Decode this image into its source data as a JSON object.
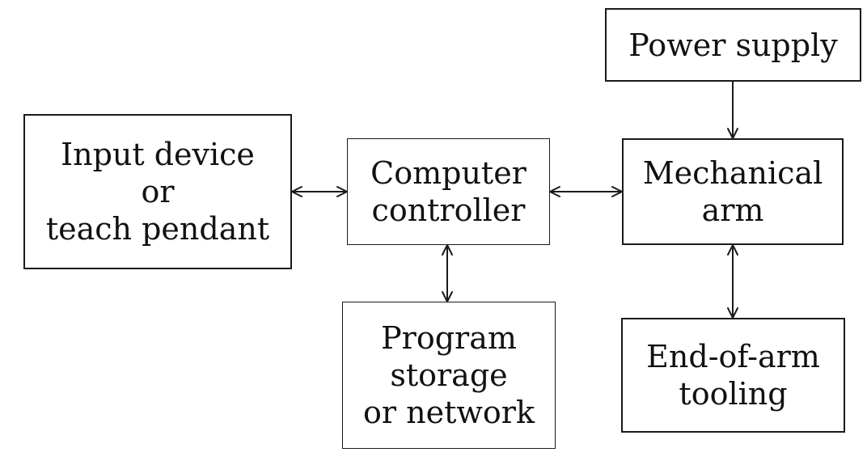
{
  "blocks": {
    "input_device": {
      "lines": [
        "Input device",
        "or",
        "teach pendant"
      ]
    },
    "computer_controller": {
      "lines": [
        "Computer",
        "controller"
      ]
    },
    "power_supply": {
      "lines": [
        "Power supply"
      ]
    },
    "mechanical_arm": {
      "lines": [
        "Mechanical",
        "arm"
      ]
    },
    "program_storage": {
      "lines": [
        "Program",
        "storage",
        "or network"
      ]
    },
    "end_of_arm_tooling": {
      "lines": [
        "End-of-arm",
        "tooling"
      ]
    }
  },
  "connections": [
    {
      "from": "input_device",
      "to": "computer_controller",
      "direction": "bidirectional"
    },
    {
      "from": "computer_controller",
      "to": "mechanical_arm",
      "direction": "bidirectional"
    },
    {
      "from": "power_supply",
      "to": "mechanical_arm",
      "direction": "one-way"
    },
    {
      "from": "computer_controller",
      "to": "program_storage",
      "direction": "bidirectional"
    },
    {
      "from": "mechanical_arm",
      "to": "end_of_arm_tooling",
      "direction": "bidirectional"
    }
  ],
  "colors": {
    "line": "#1a1a1a",
    "background": "#ffffff"
  }
}
